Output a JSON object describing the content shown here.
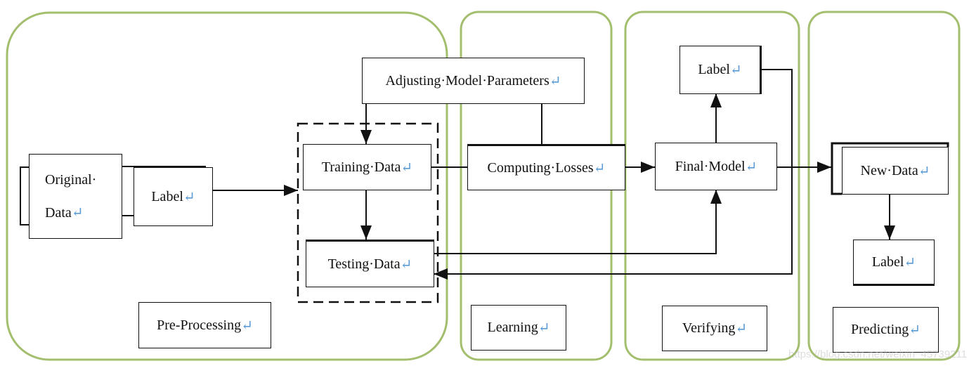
{
  "colors": {
    "group_border": "#a3bf6e",
    "return_mark": "#5b9bd5",
    "line": "#111111"
  },
  "return_mark": "↵",
  "groups": {
    "pre_processing": "Pre-Processing",
    "learning": "Learning",
    "verifying": "Verifying",
    "predicting": "Predicting"
  },
  "nodes": {
    "original_data_line1": "Original·",
    "original_data_line2": "Data",
    "label_pre": "Label",
    "adjusting": "Adjusting·Model·Parameters",
    "training": "Training·Data",
    "testing": "Testing·Data",
    "computing": "Computing·Losses",
    "final_model": "Final·Model",
    "label_verify": "Label",
    "new_data": "New·Data",
    "label_predict": "Label"
  },
  "watermark": "https://blog.csdn.net/weixin_45739211"
}
